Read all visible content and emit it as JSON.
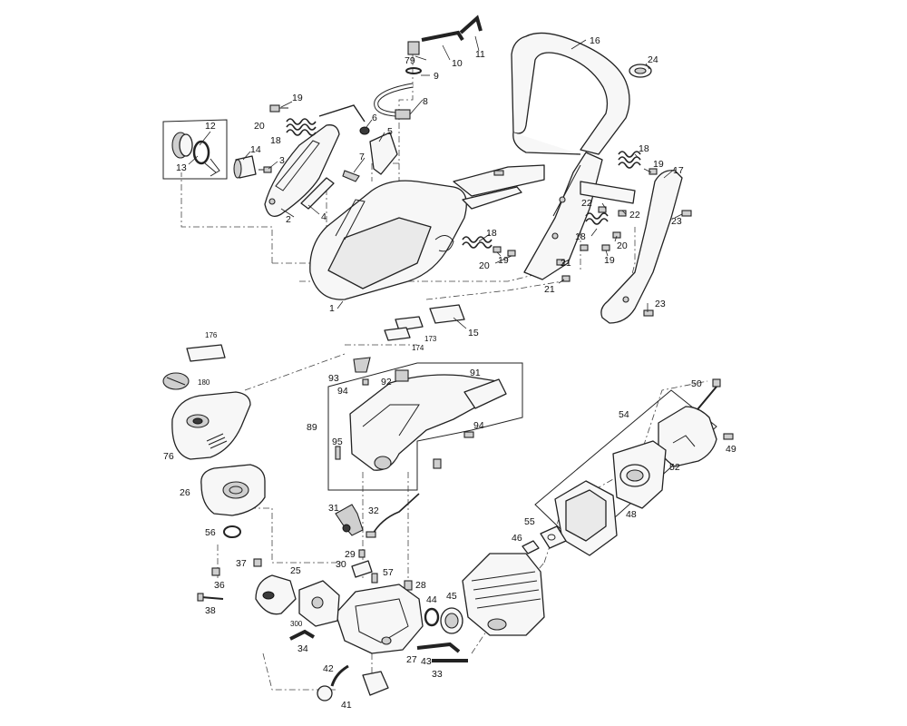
{
  "diagram": {
    "type": "exploded-parts-diagram",
    "part_numbers": {
      "p1": "1",
      "p2": "2",
      "p3": "3",
      "p4": "4",
      "p5": "5",
      "p6": "6",
      "p7": "7",
      "p8": "8",
      "p9": "9",
      "p10": "10",
      "p11": "11",
      "p12": "12",
      "p13": "13",
      "p14": "14",
      "p15": "15",
      "p16": "16",
      "p17": "17",
      "p18a": "18",
      "p18b": "18",
      "p18c": "18",
      "p18d": "18",
      "p19a": "19",
      "p19b": "19",
      "p19c": "19",
      "p19d": "19",
      "p20a": "20",
      "p20b": "20",
      "p20c": "20",
      "p21a": "21",
      "p21b": "21",
      "p22a": "22",
      "p22b": "22",
      "p23a": "23",
      "p23b": "23",
      "p24": "24",
      "p25": "25",
      "p26": "26",
      "p27": "27",
      "p28": "28",
      "p29": "29",
      "p30": "30",
      "p31": "31",
      "p32": "32",
      "p33": "33",
      "p34": "34",
      "p36": "36",
      "p37": "37",
      "p38": "38",
      "p41": "41",
      "p42": "42",
      "p43": "43",
      "p44": "44",
      "p45": "45",
      "p46": "46",
      "p48": "48",
      "p49": "49",
      "p50": "50",
      "p52": "52",
      "p54": "54",
      "p55": "55",
      "p56": "56",
      "p57": "57",
      "p76": "76",
      "p79": "79",
      "p89": "89",
      "p91": "91",
      "p92": "92",
      "p93": "93",
      "p94a": "94",
      "p94b": "94",
      "p95": "95",
      "p173": "173",
      "p174": "174",
      "p176": "176",
      "p180": "180",
      "p300": "300"
    }
  }
}
